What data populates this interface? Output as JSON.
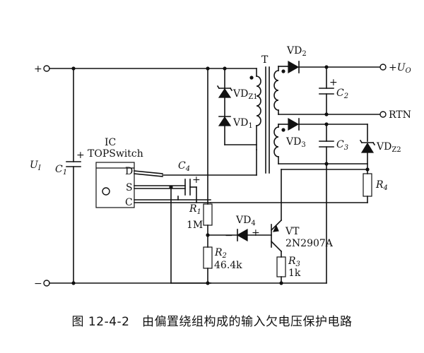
{
  "caption": "图 12-4-2　由偏置绕组构成的输入欠电压保护电路",
  "labels": {
    "vin_plus": "+",
    "vin_minus": "−",
    "u1": "U",
    "u1_sub": "I",
    "c1": "C",
    "c1_sub": "1",
    "c1_plus": "+",
    "ic": "IC",
    "ic_part": "TOPSwitch",
    "pin_d": "D",
    "pin_s": "S",
    "pin_c": "C",
    "c4": "C",
    "c4_sub": "4",
    "c4_plus": "+",
    "t": "T",
    "vdz1": "VD",
    "vdz1_sub": "Z1",
    "vd1": "VD",
    "vd1_sub": "1",
    "vd2": "VD",
    "vd2_sub": "2",
    "vd3": "VD",
    "vd3_sub": "3",
    "c2": "C",
    "c2_sub": "2",
    "c2_plus": "+",
    "c3": "C",
    "c3_sub": "3",
    "vdz2": "VD",
    "vdz2_sub": "Z2",
    "uo_plus": "+U",
    "uo_sub": "O",
    "rtn": "RTN",
    "r4": "R",
    "r4_sub": "4",
    "r1": "R",
    "r1_sub": "1",
    "r1_val": "1M",
    "vd4": "VD",
    "vd4_sub": "4",
    "vd4_minus": "−",
    "vd4_plus": "+",
    "vt": "VT",
    "vt_part": "2N2907A",
    "r2": "R",
    "r2_sub": "2",
    "r2_val": "46.4k",
    "r3": "R",
    "r3_sub": "3",
    "r3_val": "1k"
  }
}
